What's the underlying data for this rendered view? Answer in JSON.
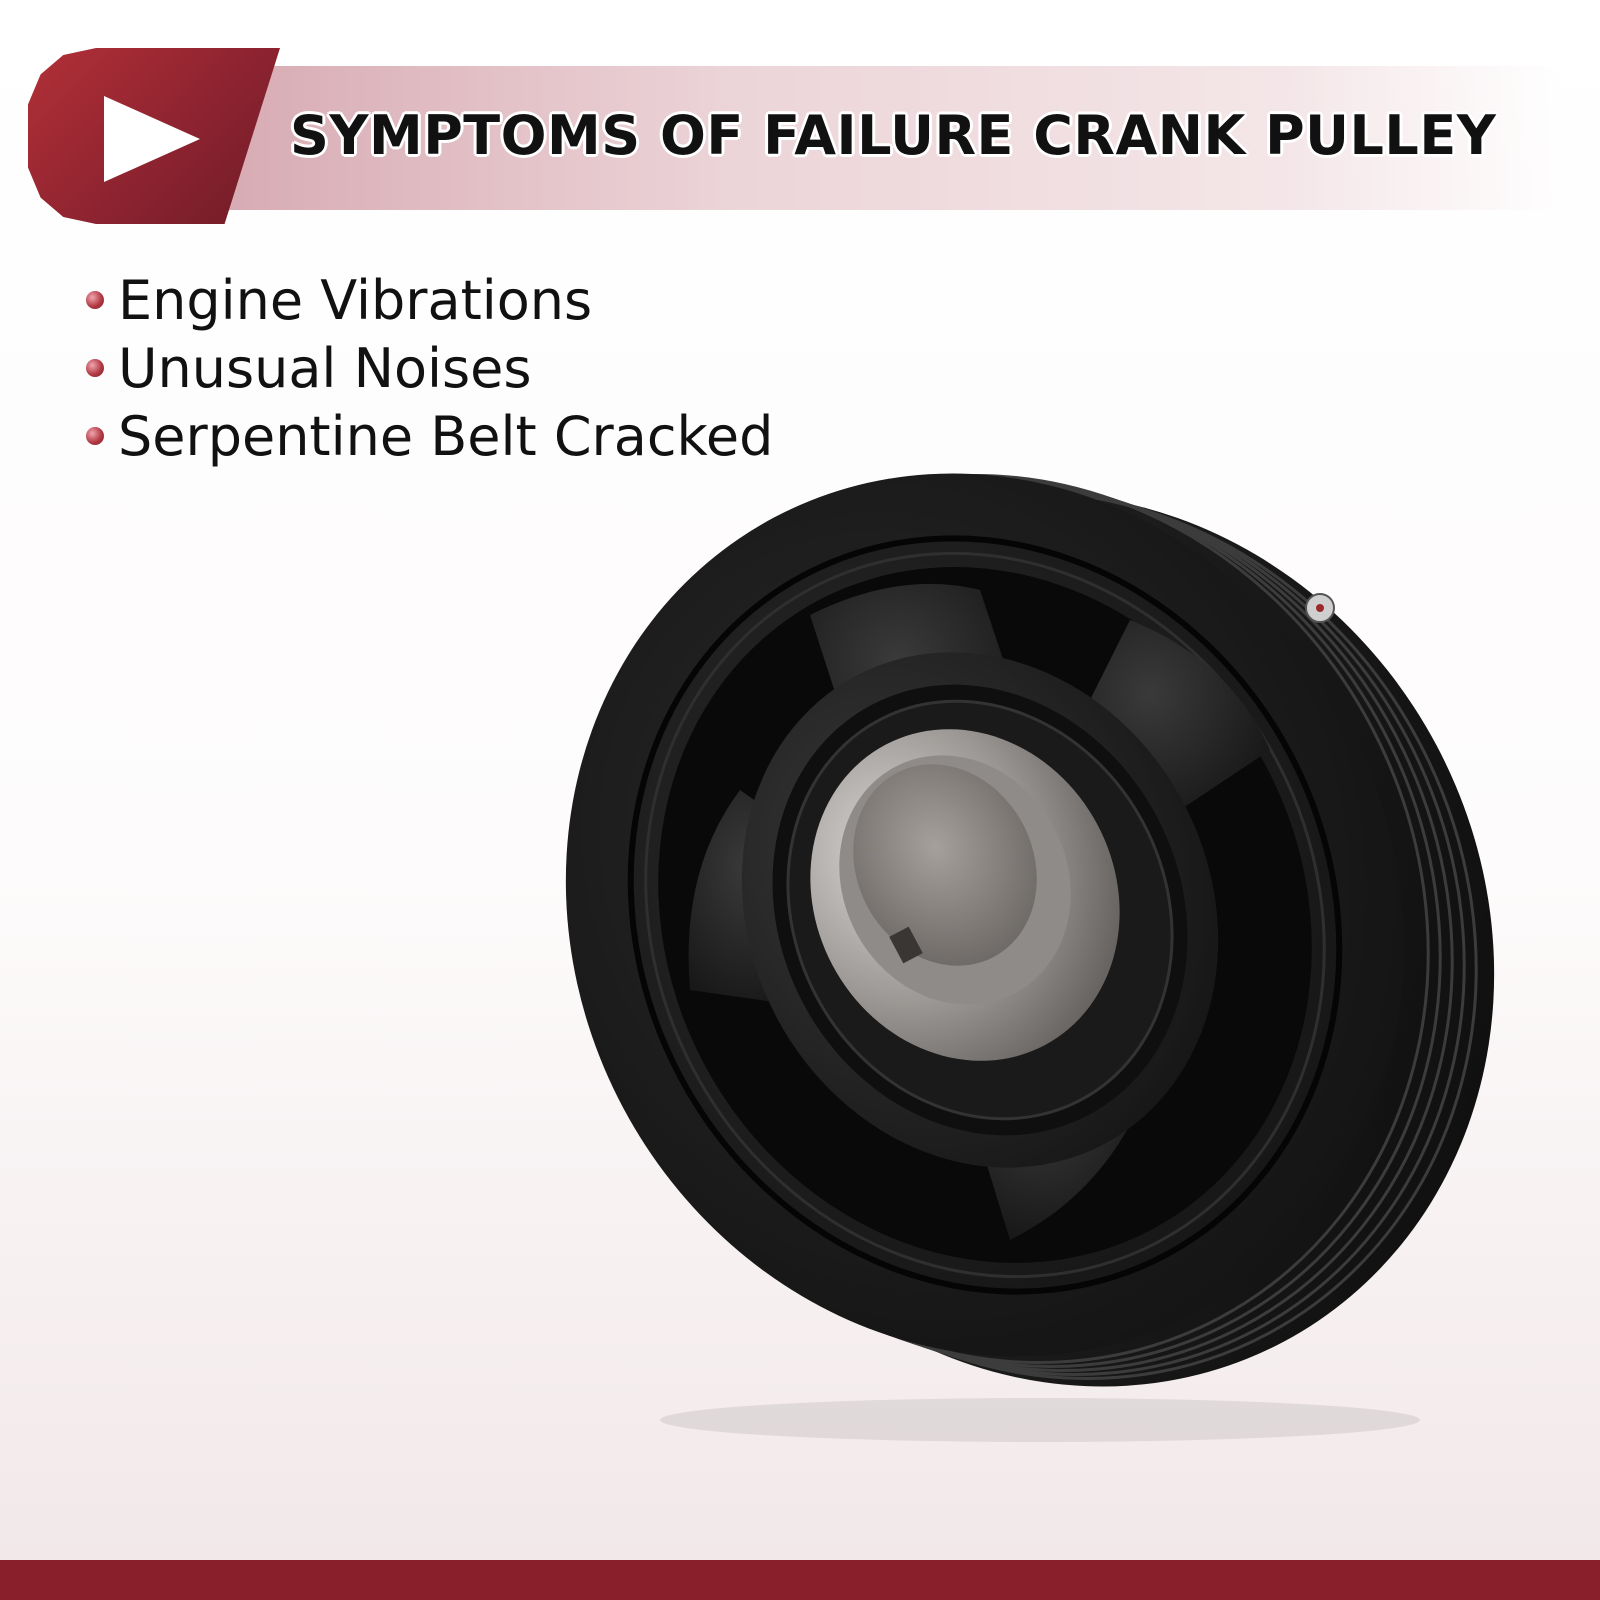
{
  "header": {
    "title": "SYMPTOMS OF FAILURE CRANK PULLEY"
  },
  "symptoms": [
    {
      "label": "Engine Vibrations"
    },
    {
      "label": "Unusual Noises"
    },
    {
      "label": "Serpentine Belt Cracked"
    }
  ],
  "colors": {
    "brand": "#8d2330",
    "band": "#ecd5d9",
    "footer": "#8a1f2c"
  },
  "icons": {
    "badge": "play-icon",
    "bullets": "circle-bullet-icon",
    "product": "crank-pulley-photo"
  }
}
